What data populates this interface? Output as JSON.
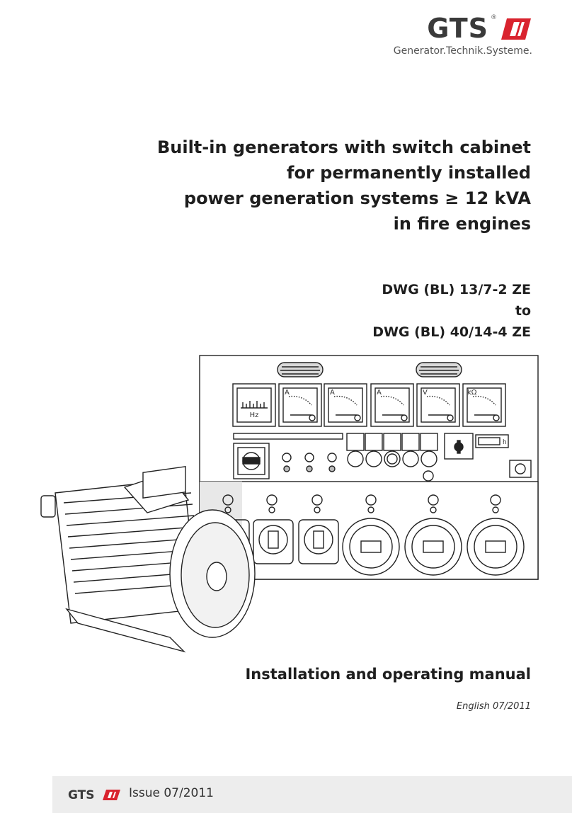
{
  "brand": {
    "name": "GTS",
    "registered": "®",
    "tagline": "Generator.Technik.Systeme.",
    "accent_color": "#d9232e",
    "logo_gray": "#3a3a3a"
  },
  "title_lines": [
    "Built-in generators with switch cabinet",
    "for permanently installed",
    "power generation systems ≥ 12 kVA",
    "in fire engines"
  ],
  "models": {
    "from": "DWG (BL) 13/7-2 ZE",
    "connector": "to",
    "to": "DWG (BL) 40/14-4 ZE"
  },
  "illustration": {
    "meters": [
      "Hz",
      "A",
      "A",
      "A",
      "V",
      "kΩ"
    ],
    "counter_unit": "h",
    "icons": [
      "switch-cabinet-icon",
      "electric-motor-icon",
      "rotary-switch-icon",
      "socket-icon"
    ]
  },
  "manual_title": "Installation and operating manual",
  "edition": "English 07/2011",
  "footer": {
    "brand": "GTS",
    "issue": "Issue 07/2011",
    "background": "#ededed"
  }
}
